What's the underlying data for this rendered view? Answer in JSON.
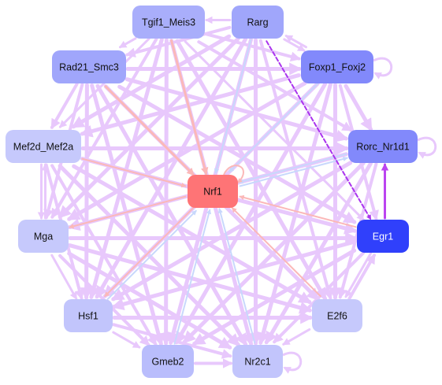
{
  "nodes": [
    {
      "id": "Tgif1_Meis3",
      "label": "Tgif1_Meis3",
      "color": "#a9aefb"
    },
    {
      "id": "Rarg",
      "label": "Rarg",
      "color": "#a0a6fb"
    },
    {
      "id": "Rad21_Smc3",
      "label": "Rad21_Smc3",
      "color": "#a0a6fb"
    },
    {
      "id": "Foxp1_Foxj2",
      "label": "Foxp1_Foxj2",
      "color": "#8289fb"
    },
    {
      "id": "Mef2d_Mef2a",
      "label": "Mef2d_Mef2a",
      "color": "#c6c9fc"
    },
    {
      "id": "Rorc_Nr1d1",
      "label": "Rorc_Nr1d1",
      "color": "#8289fb"
    },
    {
      "id": "Nrf1",
      "label": "Nrf1",
      "color": "#fe7476"
    },
    {
      "id": "Mga",
      "label": "Mga",
      "color": "#c6c9fc"
    },
    {
      "id": "Egr1",
      "label": "Egr1",
      "color": "#3040fb",
      "light_text": true
    },
    {
      "id": "Hsf1",
      "label": "Hsf1",
      "color": "#c2c5fc"
    },
    {
      "id": "E2f6",
      "label": "E2f6",
      "color": "#c6c9fc"
    },
    {
      "id": "Gmeb2",
      "label": "Gmeb2",
      "color": "#b9bdfc"
    },
    {
      "id": "Nr2c1",
      "label": "Nr2c1",
      "color": "#c2c5fc"
    }
  ],
  "edge_colors": {
    "default": "#e8c8fc",
    "to_nrf1": "#fbb8b8",
    "blue": "#c8d8fc",
    "strong": "#bb44f0",
    "dashed": "#aa33ee"
  },
  "edges": [
    {
      "from": "Tgif1_Meis3",
      "to": "Rad21_Smc3",
      "w": 3
    },
    {
      "from": "Tgif1_Meis3",
      "to": "Foxp1_Foxj2",
      "w": 4
    },
    {
      "from": "Tgif1_Meis3",
      "to": "Rorc_Nr1d1",
      "w": 4
    },
    {
      "from": "Tgif1_Meis3",
      "to": "Egr1",
      "w": 3
    },
    {
      "from": "Tgif1_Meis3",
      "to": "E2f6",
      "w": 5
    },
    {
      "from": "Tgif1_Meis3",
      "to": "Nr2c1",
      "w": 5
    },
    {
      "from": "Tgif1_Meis3",
      "to": "Gmeb2",
      "w": 5
    },
    {
      "from": "Tgif1_Meis3",
      "to": "Hsf1",
      "w": 5
    },
    {
      "from": "Tgif1_Meis3",
      "to": "Mga",
      "w": 4
    },
    {
      "from": "Tgif1_Meis3",
      "to": "Mef2d_Mef2a",
      "w": 3
    },
    {
      "from": "Tgif1_Meis3",
      "to": "Nrf1",
      "w": 3,
      "kind": "to_nrf1"
    },
    {
      "from": "Rarg",
      "to": "Tgif1_Meis3",
      "w": 3
    },
    {
      "from": "Rarg",
      "to": "Rad21_Smc3",
      "w": 4
    },
    {
      "from": "Rarg",
      "to": "Foxp1_Foxj2",
      "w": 3
    },
    {
      "from": "Rarg",
      "to": "Mef2d_Mef2a",
      "w": 5
    },
    {
      "from": "Rarg",
      "to": "Mga",
      "w": 5
    },
    {
      "from": "Rarg",
      "to": "Hsf1",
      "w": 5
    },
    {
      "from": "Rarg",
      "to": "Gmeb2",
      "w": 5
    },
    {
      "from": "Rarg",
      "to": "Nr2c1",
      "w": 5
    },
    {
      "from": "Rarg",
      "to": "E2f6",
      "w": 4
    },
    {
      "from": "Rarg",
      "to": "Nrf1",
      "w": 2,
      "kind": "blue"
    },
    {
      "from": "Rarg",
      "to": "Egr1",
      "w": 2,
      "kind": "dashed"
    },
    {
      "from": "Rad21_Smc3",
      "to": "Foxp1_Foxj2",
      "w": 5
    },
    {
      "from": "Rad21_Smc3",
      "to": "Rorc_Nr1d1",
      "w": 5
    },
    {
      "from": "Rad21_Smc3",
      "to": "Egr1",
      "w": 5
    },
    {
      "from": "Rad21_Smc3",
      "to": "E2f6",
      "w": 5
    },
    {
      "from": "Rad21_Smc3",
      "to": "Nr2c1",
      "w": 5
    },
    {
      "from": "Rad21_Smc3",
      "to": "Gmeb2",
      "w": 5
    },
    {
      "from": "Rad21_Smc3",
      "to": "Hsf1",
      "w": 5
    },
    {
      "from": "Rad21_Smc3",
      "to": "Mga",
      "w": 4
    },
    {
      "from": "Rad21_Smc3",
      "to": "Mef2d_Mef2a",
      "w": 4
    },
    {
      "from": "Rad21_Smc3",
      "to": "Nrf1",
      "w": 3,
      "kind": "to_nrf1"
    },
    {
      "from": "Foxp1_Foxj2",
      "to": "Rorc_Nr1d1",
      "w": 5
    },
    {
      "from": "Foxp1_Foxj2",
      "to": "Egr1",
      "w": 4
    },
    {
      "from": "Foxp1_Foxj2",
      "to": "E2f6",
      "w": 5
    },
    {
      "from": "Foxp1_Foxj2",
      "to": "Nr2c1",
      "w": 5
    },
    {
      "from": "Foxp1_Foxj2",
      "to": "Gmeb2",
      "w": 5
    },
    {
      "from": "Foxp1_Foxj2",
      "to": "Hsf1",
      "w": 5
    },
    {
      "from": "Foxp1_Foxj2",
      "to": "Mga",
      "w": 5
    },
    {
      "from": "Foxp1_Foxj2",
      "to": "Mef2d_Mef2a",
      "w": 5
    },
    {
      "from": "Foxp1_Foxj2",
      "to": "Rarg",
      "w": 3
    },
    {
      "from": "Foxp1_Foxj2",
      "to": "Nrf1",
      "w": 2,
      "kind": "blue"
    },
    {
      "from": "Mef2d_Mef2a",
      "to": "Rorc_Nr1d1",
      "w": 5
    },
    {
      "from": "Mef2d_Mef2a",
      "to": "Egr1",
      "w": 5
    },
    {
      "from": "Mef2d_Mef2a",
      "to": "E2f6",
      "w": 5
    },
    {
      "from": "Mef2d_Mef2a",
      "to": "Nr2c1",
      "w": 5
    },
    {
      "from": "Mef2d_Mef2a",
      "to": "Gmeb2",
      "w": 4
    },
    {
      "from": "Mef2d_Mef2a",
      "to": "Hsf1",
      "w": 4
    },
    {
      "from": "Mef2d_Mef2a",
      "to": "Mga",
      "w": 3
    },
    {
      "from": "Mef2d_Mef2a",
      "to": "Nrf1",
      "w": 2,
      "kind": "to_nrf1"
    },
    {
      "from": "Rorc_Nr1d1",
      "to": "Mga",
      "w": 5
    },
    {
      "from": "Rorc_Nr1d1",
      "to": "Hsf1",
      "w": 5
    },
    {
      "from": "Rorc_Nr1d1",
      "to": "Gmeb2",
      "w": 5
    },
    {
      "from": "Rorc_Nr1d1",
      "to": "Nr2c1",
      "w": 5
    },
    {
      "from": "Rorc_Nr1d1",
      "to": "E2f6",
      "w": 4
    },
    {
      "from": "Rorc_Nr1d1",
      "to": "Nrf1",
      "w": 2,
      "kind": "blue"
    },
    {
      "from": "Egr1",
      "to": "Rorc_Nr1d1",
      "w": 3,
      "kind": "strong"
    },
    {
      "from": "Mga",
      "to": "Egr1",
      "w": 5
    },
    {
      "from": "Mga",
      "to": "E2f6",
      "w": 5
    },
    {
      "from": "Mga",
      "to": "Nr2c1",
      "w": 5
    },
    {
      "from": "Mga",
      "to": "Gmeb2",
      "w": 4
    },
    {
      "from": "Mga",
      "to": "Hsf1",
      "w": 3
    },
    {
      "from": "Mga",
      "to": "Mef2d_Mef2a",
      "w": 3
    },
    {
      "from": "Egr1",
      "to": "Hsf1",
      "w": 5
    },
    {
      "from": "Egr1",
      "to": "Gmeb2",
      "w": 5
    },
    {
      "from": "Egr1",
      "to": "Nr2c1",
      "w": 4
    },
    {
      "from": "Egr1",
      "to": "E2f6",
      "w": 3
    },
    {
      "from": "Egr1",
      "to": "Nrf1",
      "w": 2,
      "kind": "to_nrf1"
    },
    {
      "from": "Hsf1",
      "to": "E2f6",
      "w": 5
    },
    {
      "from": "Hsf1",
      "to": "Nr2c1",
      "w": 4
    },
    {
      "from": "Hsf1",
      "to": "Gmeb2",
      "w": 3
    },
    {
      "from": "Hsf1",
      "to": "Nrf1",
      "w": 2,
      "kind": "blue"
    },
    {
      "from": "E2f6",
      "to": "Nr2c1",
      "w": 3
    },
    {
      "from": "E2f6",
      "to": "Nrf1",
      "w": 2,
      "kind": "to_nrf1"
    },
    {
      "from": "E2f6",
      "to": "Egr1",
      "w": 4
    },
    {
      "from": "Gmeb2",
      "to": "Nr2c1",
      "w": 4
    },
    {
      "from": "Gmeb2",
      "to": "Nrf1",
      "w": 2,
      "kind": "blue"
    },
    {
      "from": "Nr2c1",
      "to": "Nrf1",
      "w": 2,
      "kind": "blue"
    },
    {
      "from": "Nrf1",
      "to": "Mga",
      "w": 2,
      "kind": "to_nrf1"
    },
    {
      "from": "Nrf1",
      "to": "Hsf1",
      "w": 2,
      "kind": "to_nrf1"
    },
    {
      "from": "Nrf1",
      "to": "Rorc_Nr1d1",
      "w": 2,
      "kind": "blue"
    }
  ],
  "self_loops": [
    "Foxp1_Foxj2",
    "Rorc_Nr1d1",
    "Nrf1",
    "Nr2c1"
  ]
}
